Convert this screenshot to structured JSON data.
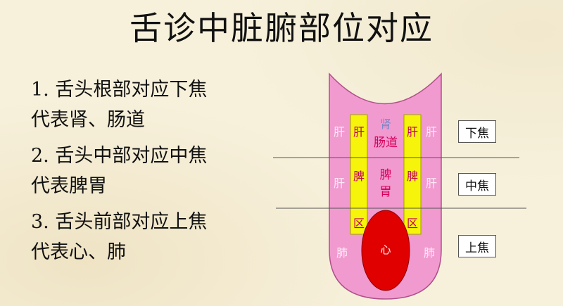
{
  "title": "舌诊中脏腑部位对应",
  "points": [
    {
      "line1": "1. 舌头根部对应下焦",
      "line2": "代表肾、肠道"
    },
    {
      "line1": "2. 舌头中部对应中焦",
      "line2": "代表脾胃"
    },
    {
      "line1": "3. 舌头前部对应上焦",
      "line2": "代表心、肺"
    }
  ],
  "diagram": {
    "outer_left": [
      "肝",
      "肝",
      "肺"
    ],
    "outer_right": [
      "肝",
      "肝",
      "肺"
    ],
    "strip_left": [
      "肝",
      "脾",
      "区"
    ],
    "strip_right": [
      "肝",
      "脾",
      "区"
    ],
    "center_top_1": "肾",
    "center_top_2": "肠道",
    "center_mid_1": "脾",
    "center_mid_2": "胃",
    "heart": "心"
  },
  "zones": {
    "lower": "下焦",
    "middle": "中焦",
    "upper": "上焦"
  },
  "colors": {
    "tongue": "#f19ad0",
    "strip": "#f6f40a",
    "heart": "#e00000",
    "center_text": "#d6005a",
    "kidney_text": "#7d86c8",
    "outer_text": "#ffffff",
    "strip_text": "#c00060"
  }
}
